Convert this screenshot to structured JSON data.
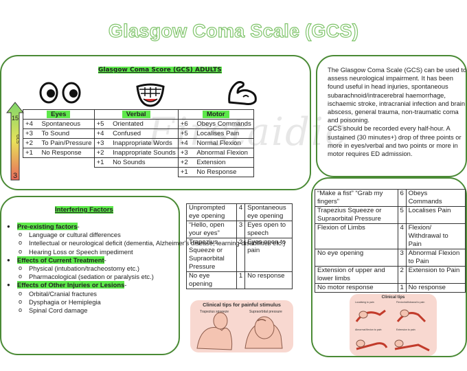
{
  "title": "Glasgow Coma Scale (GCS)",
  "gcs": {
    "heading": "Glasgow Coma Score (GCS) ADULTS",
    "columns": [
      "Eyes",
      "Verbal",
      "Motor"
    ],
    "rows": [
      [
        {
          "s": "+4",
          "l": "Spontaneous"
        },
        {
          "s": "+5",
          "l": "Orientated"
        },
        {
          "s": "+6",
          "l": "Obeys Commands"
        }
      ],
      [
        {
          "s": "+3",
          "l": "To Sound"
        },
        {
          "s": "+4",
          "l": "Confused"
        },
        {
          "s": "+5",
          "l": "Localises Pain"
        }
      ],
      [
        {
          "s": "+2",
          "l": "To Pain/Pressure"
        },
        {
          "s": "+3",
          "l": "Inappropriate Words"
        },
        {
          "s": "+4",
          "l": "Normal Flexion"
        }
      ],
      [
        {
          "s": "+1",
          "l": "No Response"
        },
        {
          "s": "+2",
          "l": "Inappropriate Sounds"
        },
        {
          "s": "+3",
          "l": "Abnormal Flexion"
        }
      ],
      [
        null,
        {
          "s": "+1",
          "l": "No Sounds"
        },
        {
          "s": "+2",
          "l": "Extension"
        }
      ],
      [
        null,
        null,
        {
          "s": "+1",
          "l": "No Response"
        }
      ]
    ],
    "arrow": {
      "top": "15",
      "bottom": "3",
      "label": "GCS"
    }
  },
  "info": {
    "paragraph1": "The Glasgow Coma Scale (GCS) can be used to assess neurological impairment. It has been found useful in head injuries, spontaneous subarachnoid/intracerebral haemorrhage, ischaemic stroke, intracranial infection and brain abscess, general trauma, non-traumatic coma and poisoning.",
    "paragraph2": "GCS should be recorded every half-hour. A sustained (30 minutes+) drop of three points or more in eyes/verbal and two points or more in motor requires ED admission."
  },
  "interfering": {
    "heading": "Interfering Factors",
    "groups": [
      {
        "title": "Pre-existing factors",
        "items": [
          "Language or cultural differences",
          "Intellectual or neurological deficit (dementia, Alzheimer's disease, learning disabilities etc.)",
          "Hearing Loss or Speech impediment"
        ]
      },
      {
        "title": "Effects of Current Treatment",
        "items": [
          "Physical (intubation/tracheostomy etc.)",
          "Pharmacological (sedation or paralysis etc.)"
        ]
      },
      {
        "title": "Effects of Other Injuries or Lesions",
        "items": [
          "Orbital/Cranial fractures",
          "Dysphagia or Hemiplegia",
          "Spinal Cord damage"
        ]
      }
    ]
  },
  "middle_table": [
    {
      "prompt": "Unprompted eye opening",
      "n": "4",
      "result": "Spontaneous eye opening"
    },
    {
      "prompt": "“Hello, open your eyes”",
      "n": "3",
      "result": "Eyes open to speech"
    },
    {
      "prompt": "Trapezius Squeeze or Supraorbital Pressure",
      "n": "2",
      "result": "Eyes open to pain"
    },
    {
      "prompt": "No eye opening",
      "n": "1",
      "result": "No response"
    }
  ],
  "right_table": [
    {
      "prompt": "“Make a fist” “Grab my fingers”",
      "n": "6",
      "result": "Obeys Commands"
    },
    {
      "prompt": "Trapezius Squeeze or Supraorbital Pressure",
      "n": "5",
      "result": "Localises Pain"
    },
    {
      "prompt": "Flexion of Limbs",
      "n": "4",
      "result": "Flexion/ Withdrawal to Pain"
    },
    {
      "prompt": "No eye opening",
      "n": "3",
      "result": "Abnormal Flexion to Pain"
    },
    {
      "prompt": "Extension of upper and lower limbs",
      "n": "2",
      "result": "Extension to Pain"
    },
    {
      "prompt": "No motor response",
      "n": "1",
      "result": "No response"
    }
  ],
  "tips_left": {
    "title": "Clinical tips for painful stimulus",
    "left_label": "Trapezius squeeze",
    "right_label": "Supraorbital pressure"
  },
  "tips_right": {
    "title": "Clinical tips",
    "labels": [
      "Localising to pain",
      "Flexion/withdrawal to pain",
      "Abnormal flexion to pain",
      "Extension to pain"
    ]
  },
  "watermark": "Firstaidic",
  "colors": {
    "accent_green": "#5de84a",
    "border_green": "#4a8a35",
    "title_green": "#7fc46a"
  }
}
